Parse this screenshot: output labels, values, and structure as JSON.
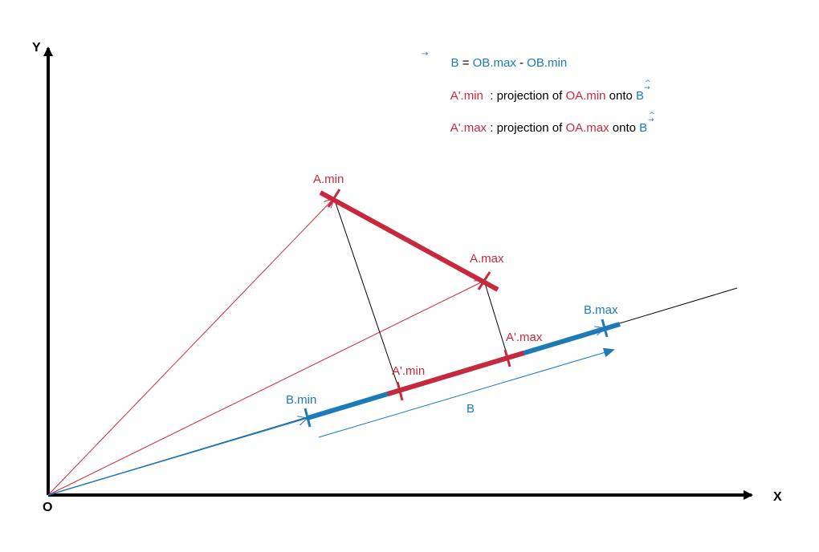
{
  "colors": {
    "red": "#c8283c",
    "blue": "#1d7ab8",
    "black": "#000000"
  },
  "axes": {
    "x_label": "X",
    "y_label": "Y",
    "origin_label": "O"
  },
  "points": {
    "a_min": "A.min",
    "a_max": "A.max",
    "b_min": "B.min",
    "b_max": "B.max",
    "a_proj_min": "A'.min",
    "a_proj_max": "A'.max",
    "b_vector": "B"
  },
  "legend": {
    "line1": {
      "vec": "B",
      "eq": " = ",
      "term1": "OB.max",
      "minus": " - ",
      "term2": "OB.min"
    },
    "line2": {
      "name": "A'.min",
      "text1": "  : projection of ",
      "term": "OA.min",
      "text2": " onto ",
      "vec": "B"
    },
    "line3": {
      "name": "A'.max",
      "text1": " : projection of ",
      "term": "OA.max",
      "text2": " onto ",
      "vec": "B"
    }
  }
}
